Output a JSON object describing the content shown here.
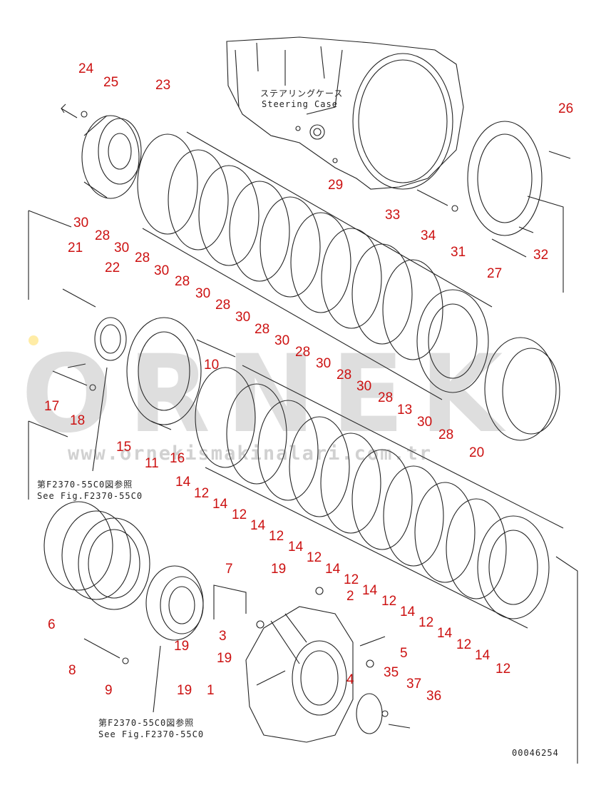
{
  "drawing": {
    "steering_case_jp": "ステアリングケース",
    "steering_case_en": "Steering Case",
    "see_fig_upper_jp": "第F2370-55C0図参照",
    "see_fig_upper_en": "See Fig.F2370-55C0",
    "see_fig_lower_jp": "第F2370-55C0図参照",
    "see_fig_lower_en": "See Fig.F2370-55C0",
    "drawing_number": "00046254"
  },
  "watermark": {
    "brand": "ORNEK",
    "url": "www.ornekismakinalari.com.tr"
  },
  "colors": {
    "label": "#cc1111",
    "line": "#222222",
    "watermark": "#5a5a5a"
  },
  "labels": [
    {
      "id": "l24",
      "text": "24"
    },
    {
      "id": "l25",
      "text": "25"
    },
    {
      "id": "l23",
      "text": "23"
    },
    {
      "id": "l26",
      "text": "26"
    },
    {
      "id": "l29",
      "text": "29"
    },
    {
      "id": "l33",
      "text": "33"
    },
    {
      "id": "l34",
      "text": "34"
    },
    {
      "id": "l31",
      "text": "31"
    },
    {
      "id": "l32",
      "text": "32"
    },
    {
      "id": "l27",
      "text": "27"
    },
    {
      "id": "l30a",
      "text": "30"
    },
    {
      "id": "l28a",
      "text": "28"
    },
    {
      "id": "l30b",
      "text": "30"
    },
    {
      "id": "l28b",
      "text": "28"
    },
    {
      "id": "l21",
      "text": "21"
    },
    {
      "id": "l30c",
      "text": "30"
    },
    {
      "id": "l22",
      "text": "22"
    },
    {
      "id": "l28c",
      "text": "28"
    },
    {
      "id": "l30d",
      "text": "30"
    },
    {
      "id": "l28d",
      "text": "28"
    },
    {
      "id": "l30e",
      "text": "30"
    },
    {
      "id": "l28e",
      "text": "28"
    },
    {
      "id": "l30f",
      "text": "30"
    },
    {
      "id": "l28f",
      "text": "28"
    },
    {
      "id": "l30g",
      "text": "30"
    },
    {
      "id": "l28g",
      "text": "28"
    },
    {
      "id": "l10",
      "text": "10"
    },
    {
      "id": "l30h",
      "text": "30"
    },
    {
      "id": "l28h",
      "text": "28"
    },
    {
      "id": "l13",
      "text": "13"
    },
    {
      "id": "l30i",
      "text": "30"
    },
    {
      "id": "l28i",
      "text": "28"
    },
    {
      "id": "l17",
      "text": "17"
    },
    {
      "id": "l18",
      "text": "18"
    },
    {
      "id": "l15",
      "text": "15"
    },
    {
      "id": "l11",
      "text": "11"
    },
    {
      "id": "l16",
      "text": "16"
    },
    {
      "id": "l20",
      "text": "20"
    },
    {
      "id": "l14a",
      "text": "14"
    },
    {
      "id": "l12a",
      "text": "12"
    },
    {
      "id": "l14b",
      "text": "14"
    },
    {
      "id": "l12b",
      "text": "12"
    },
    {
      "id": "l14c",
      "text": "14"
    },
    {
      "id": "l12c",
      "text": "12"
    },
    {
      "id": "l14d",
      "text": "14"
    },
    {
      "id": "l12d",
      "text": "12"
    },
    {
      "id": "l14e",
      "text": "14"
    },
    {
      "id": "l12e",
      "text": "12"
    },
    {
      "id": "l14f",
      "text": "14"
    },
    {
      "id": "l12f",
      "text": "12"
    },
    {
      "id": "l14g",
      "text": "14"
    },
    {
      "id": "l12g",
      "text": "12"
    },
    {
      "id": "l14h",
      "text": "14"
    },
    {
      "id": "l12h",
      "text": "12"
    },
    {
      "id": "l14i",
      "text": "14"
    },
    {
      "id": "l12i",
      "text": "12"
    },
    {
      "id": "l7",
      "text": "7"
    },
    {
      "id": "l19a",
      "text": "19"
    },
    {
      "id": "l2",
      "text": "2"
    },
    {
      "id": "l6",
      "text": "6"
    },
    {
      "id": "l3",
      "text": "3"
    },
    {
      "id": "l19b",
      "text": "19"
    },
    {
      "id": "l19c",
      "text": "19"
    },
    {
      "id": "l5",
      "text": "5"
    },
    {
      "id": "l8",
      "text": "8"
    },
    {
      "id": "l4",
      "text": "4"
    },
    {
      "id": "l35",
      "text": "35"
    },
    {
      "id": "l9",
      "text": "9"
    },
    {
      "id": "l37",
      "text": "37"
    },
    {
      "id": "l19d",
      "text": "19"
    },
    {
      "id": "l1",
      "text": "1"
    },
    {
      "id": "l36",
      "text": "36"
    }
  ]
}
